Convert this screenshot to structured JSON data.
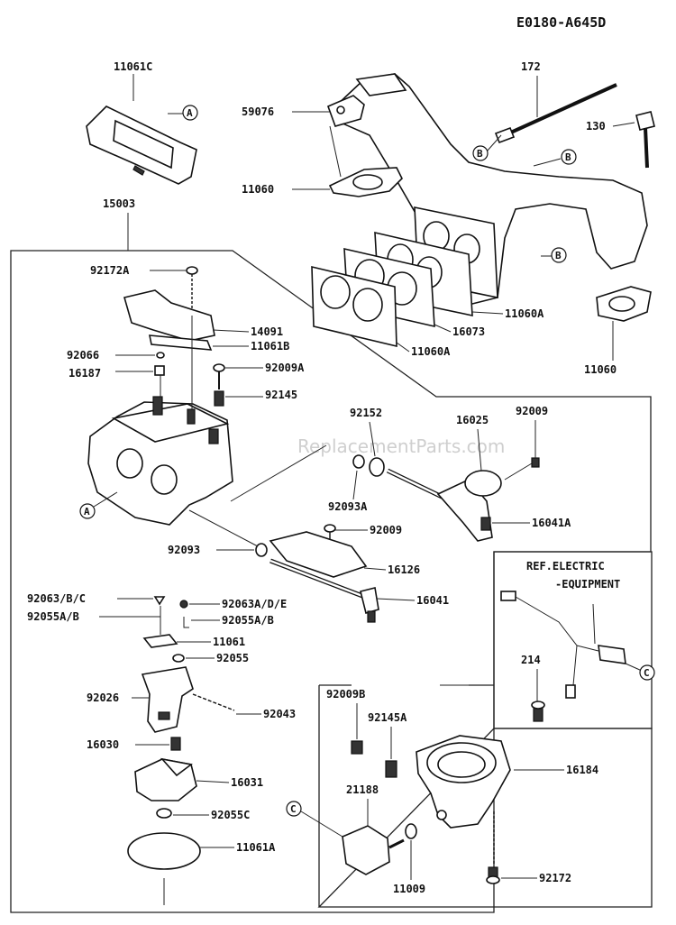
{
  "drawing_id": "E0180-A645D",
  "watermark": "ReplacementParts.com",
  "box_titles": {
    "electric_ref_line1": "REF.ELECTRIC",
    "electric_ref_line2": "-EQUIPMENT"
  },
  "callout_letters": {
    "a": "A",
    "b": "B",
    "c": "C"
  },
  "part_labels": {
    "p11061c": "11061C",
    "p15003": "15003",
    "p59076": "59076",
    "p11060_top": "11060",
    "p172": "172",
    "p130": "130",
    "p11060a_1": "11060A",
    "p16073": "16073",
    "p11060a_2": "11060A",
    "p11060_right": "11060",
    "p92172a": "92172A",
    "p14091": "14091",
    "p11061b": "11061B",
    "p92066": "92066",
    "p16187": "16187",
    "p92009a": "92009A",
    "p92145": "92145",
    "p92152": "92152",
    "p16025": "16025",
    "p92009_top": "92009",
    "p92093a": "92093A",
    "p16041a": "16041A",
    "p92009_mid": "92009",
    "p92093": "92093",
    "p16126": "16126",
    "p92063bc": "92063/B/C",
    "p92063ade": "92063A/D/E",
    "p16041": "16041",
    "p92055ab_left": "92055A/B",
    "p92055ab_right": "92055A/B",
    "p11061": "11061",
    "p92055": "92055",
    "p92026": "92026",
    "p92043": "92043",
    "p16030": "16030",
    "p16031": "16031",
    "p92055c": "92055C",
    "p11061a": "11061A",
    "p214": "214",
    "p92009b": "92009B",
    "p92145a": "92145A",
    "p16184": "16184",
    "p21188": "21188",
    "p11009": "11009",
    "p92172": "92172"
  }
}
